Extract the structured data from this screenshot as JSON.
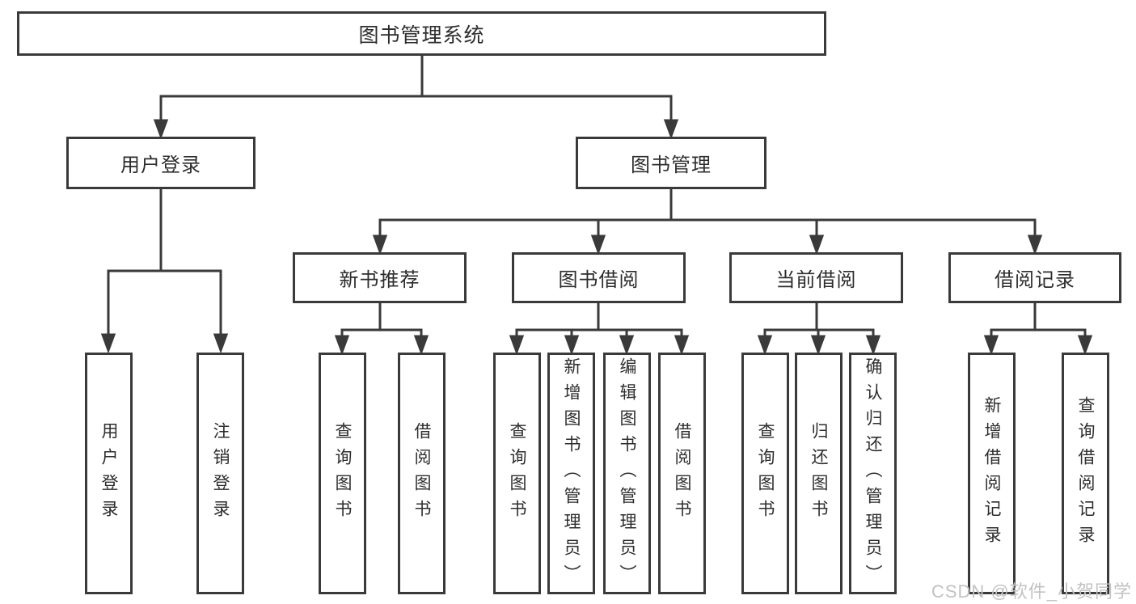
{
  "diagram": {
    "root": {
      "label": "图书管理系统"
    },
    "branches": [
      {
        "label": "用户登录"
      },
      {
        "label": "图书管理"
      }
    ],
    "sections": [
      {
        "label": "新书推荐"
      },
      {
        "label": "图书借阅"
      },
      {
        "label": "当前借阅"
      },
      {
        "label": "借阅记录"
      }
    ],
    "leaves": [
      {
        "label": "用户登录"
      },
      {
        "label": "注销登录"
      },
      {
        "label": "查询图书"
      },
      {
        "label": "借阅图书"
      },
      {
        "label": "查询图书"
      },
      {
        "label": "新增图书（管理员）"
      },
      {
        "label": "编辑图书（管理员）"
      },
      {
        "label": "借阅图书"
      },
      {
        "label": "查询图书"
      },
      {
        "label": "归还图书"
      },
      {
        "label": "确认归还（管理员）"
      },
      {
        "label": "新增借阅记录"
      },
      {
        "label": "查询借阅记录"
      }
    ],
    "watermark": "CSDN @软件_小贺同学",
    "colors": {
      "line": "#3a3a3a",
      "text": "#2d2d2d",
      "watermark": "#c2c2c6",
      "background": "#ffffff"
    }
  }
}
